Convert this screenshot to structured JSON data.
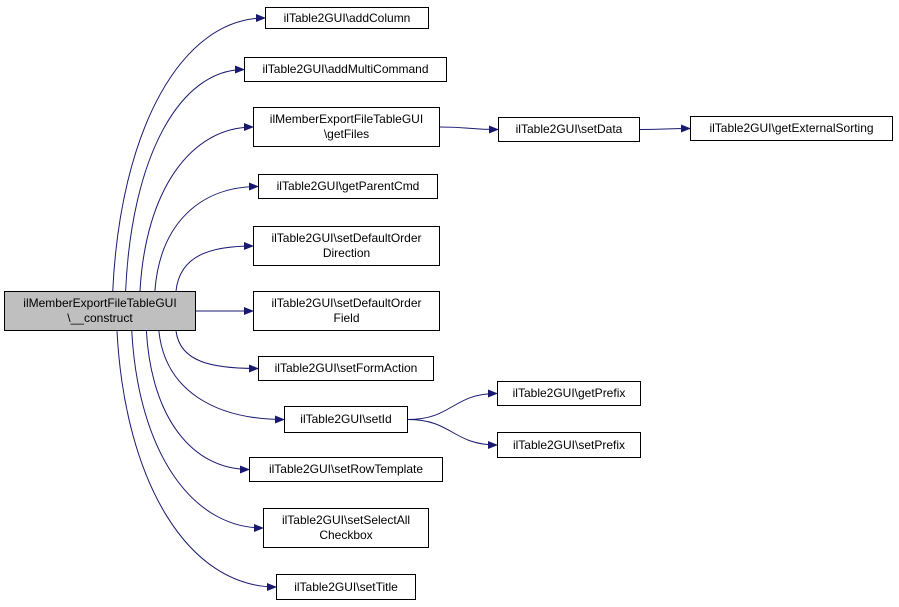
{
  "colors": {
    "edge": "#191970",
    "root_fill": "#bfbfbf",
    "node_fill": "#ffffff",
    "node_border": "#000000"
  },
  "root": {
    "line1": "ilMemberExportFileTableGUI",
    "line2": "\\__construct"
  },
  "nodes": {
    "addColumn": {
      "line1": "ilTable2GUI\\addColumn"
    },
    "addMultiCommand": {
      "line1": "ilTable2GUI\\addMultiCommand"
    },
    "getFiles": {
      "line1": "ilMemberExportFileTableGUI",
      "line2": "\\getFiles"
    },
    "getParentCmd": {
      "line1": "ilTable2GUI\\getParentCmd"
    },
    "setDefaultOrderDirection": {
      "line1": "ilTable2GUI\\setDefaultOrder",
      "line2": "Direction"
    },
    "setDefaultOrderField": {
      "line1": "ilTable2GUI\\setDefaultOrder",
      "line2": "Field"
    },
    "setFormAction": {
      "line1": "ilTable2GUI\\setFormAction"
    },
    "setId": {
      "line1": "ilTable2GUI\\setId"
    },
    "setRowTemplate": {
      "line1": "ilTable2GUI\\setRowTemplate"
    },
    "setSelectAllCheckbox": {
      "line1": "ilTable2GUI\\setSelectAll",
      "line2": "Checkbox"
    },
    "setTitle": {
      "line1": "ilTable2GUI\\setTitle"
    },
    "setData": {
      "line1": "ilTable2GUI\\setData"
    },
    "getExternalSorting": {
      "line1": "ilTable2GUI\\getExternalSorting"
    },
    "getPrefix": {
      "line1": "ilTable2GUI\\getPrefix"
    },
    "setPrefix": {
      "line1": "ilTable2GUI\\setPrefix"
    }
  },
  "edges": [
    [
      "root",
      "addColumn"
    ],
    [
      "root",
      "addMultiCommand"
    ],
    [
      "root",
      "getFiles"
    ],
    [
      "root",
      "getParentCmd"
    ],
    [
      "root",
      "setDefaultOrderDirection"
    ],
    [
      "root",
      "setDefaultOrderField"
    ],
    [
      "root",
      "setFormAction"
    ],
    [
      "root",
      "setId"
    ],
    [
      "root",
      "setRowTemplate"
    ],
    [
      "root",
      "setSelectAllCheckbox"
    ],
    [
      "root",
      "setTitle"
    ],
    [
      "getFiles",
      "setData"
    ],
    [
      "setData",
      "getExternalSorting"
    ],
    [
      "setId",
      "getPrefix"
    ],
    [
      "setId",
      "setPrefix"
    ]
  ]
}
